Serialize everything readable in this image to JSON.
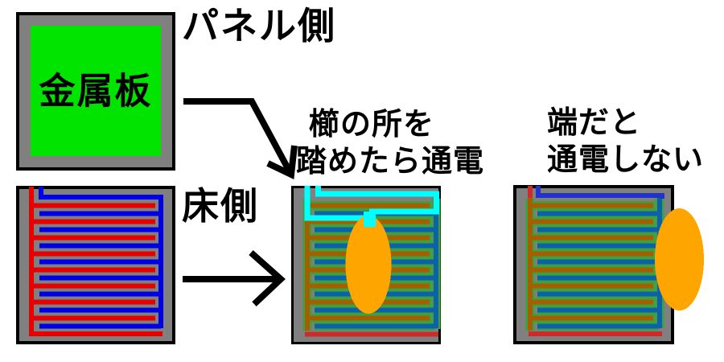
{
  "labels": {
    "panel_side": "パネル側",
    "metal_plate": "金属板",
    "floor_side": "床側",
    "caption_step_line1": "櫛の所を",
    "caption_step_line2": "踏めたら通電",
    "caption_edge_line1": "端だと",
    "caption_edge_line2": "通電しない"
  },
  "colors": {
    "background": "#ffffff",
    "pad_gray": "#808080",
    "pad_border": "#000000",
    "metal_plate_green": "#00E400",
    "electrode_red": "#E60000",
    "electrode_blue": "#0000E6",
    "covered_red_brown": "#A35F00",
    "covered_blue": "#0B62A8",
    "plate_overlay_green": "#3FA03F",
    "outer_red": "#CC2B2B",
    "outer_blue": "#2233CC",
    "highlight_cyan": "#00FFFF",
    "foot_orange": "#FFA500",
    "arrow_black": "#000000"
  }
}
